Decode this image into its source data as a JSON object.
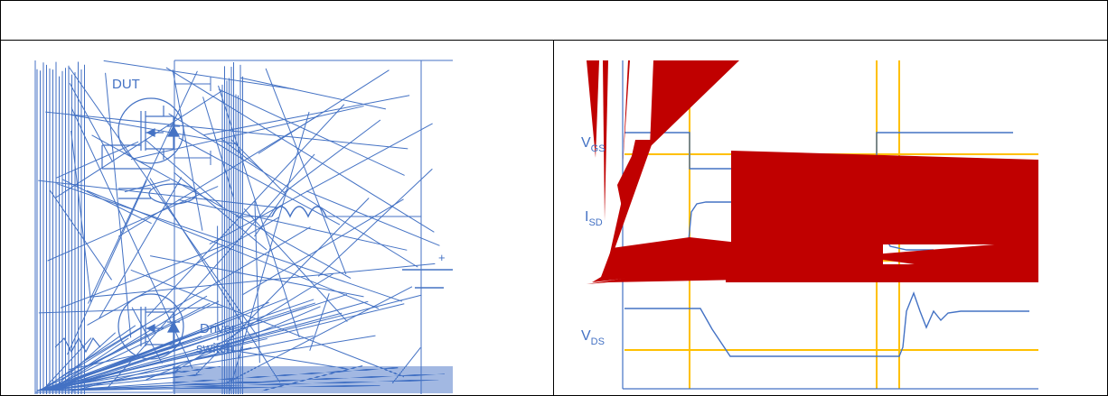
{
  "header": {
    "title": ""
  },
  "circuit": {
    "dut_label": "DUT",
    "driver_label": "Driver",
    "driver_sub_label": "switch",
    "source_plus": "+",
    "line_color": "#4472c4"
  },
  "waveforms": {
    "vgs_label": {
      "main": "V",
      "sub": "GS"
    },
    "isd_label": {
      "main": "I",
      "sub": "SD"
    },
    "vds_label": {
      "main": "V",
      "sub": "DS"
    },
    "trace_color": "#4472c4",
    "marker_color": "#ffc000",
    "artifact_color": "#c00000"
  }
}
